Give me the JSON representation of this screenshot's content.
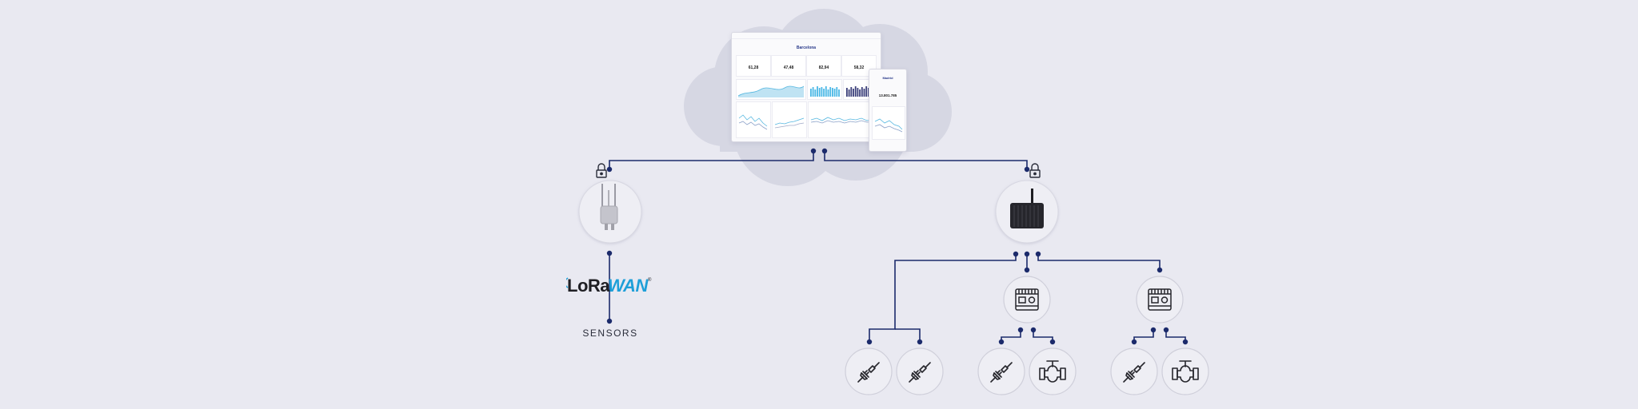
{
  "dashboard": {
    "title": "Barcelona",
    "kpis": [
      "61,28",
      "47,48",
      "82,94",
      "58,32"
    ],
    "mobile_title": "Madrid",
    "mobile_value": "13.801.785"
  },
  "lorawan": {
    "logo_text": "LoRaWAN"
  },
  "sensors": {
    "label": "SENSORS"
  },
  "colors": {
    "line": "#1b2a6b",
    "background": "#e9e9f1",
    "cloud": "#d6d7e3",
    "node": "#eeeef4"
  },
  "icons": [
    "lock-icon",
    "lorawan-gateway-icon",
    "cellular-gateway-icon",
    "io-module-icon",
    "plug-icon",
    "valve-icon"
  ]
}
